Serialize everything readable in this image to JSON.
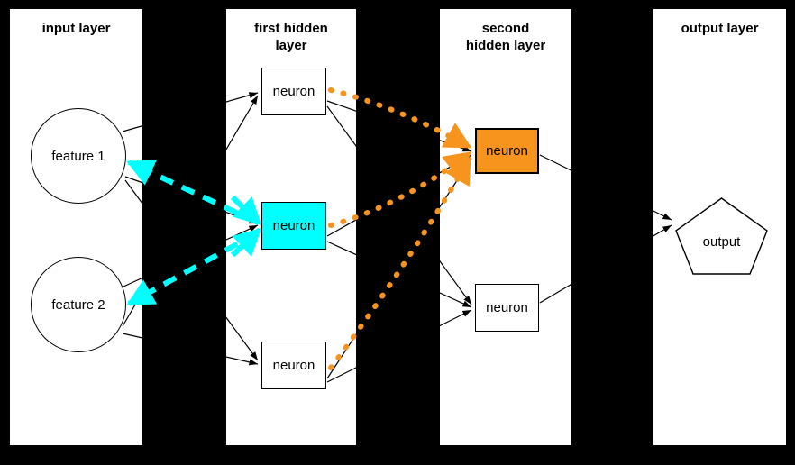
{
  "diagram": {
    "title_type": "neural-network-architecture",
    "background_color": "#000000",
    "panel_color": "#ffffff",
    "highlight_cyan": "#00ffff",
    "highlight_orange": "#f7941e",
    "edge_color": "#000000"
  },
  "layers": [
    {
      "id": "input",
      "title": "input layer",
      "nodes": [
        {
          "label": "feature 1",
          "shape": "circle",
          "fill": "#ffffff"
        },
        {
          "label": "feature 2",
          "shape": "circle",
          "fill": "#ffffff"
        }
      ]
    },
    {
      "id": "hidden1",
      "title": "first hidden\nlayer",
      "nodes": [
        {
          "label": "neuron",
          "shape": "box",
          "fill": "#ffffff"
        },
        {
          "label": "neuron",
          "shape": "box",
          "fill": "#00ffff"
        },
        {
          "label": "neuron",
          "shape": "box",
          "fill": "#ffffff"
        }
      ]
    },
    {
      "id": "hidden2",
      "title": "second\nhidden layer",
      "nodes": [
        {
          "label": "neuron",
          "shape": "box",
          "fill": "#f7941e"
        },
        {
          "label": "neuron",
          "shape": "box",
          "fill": "#ffffff"
        }
      ]
    },
    {
      "id": "output",
      "title": "output layer",
      "nodes": [
        {
          "label": "output",
          "shape": "pentagon",
          "fill": "#ffffff"
        }
      ]
    }
  ],
  "highlighted_paths": {
    "backward_to_inputs": {
      "color": "#00ffff",
      "style": "dashed",
      "from": "hidden1-neuron-2",
      "to": [
        "feature 1",
        "feature 2"
      ]
    },
    "into_orange_neuron": {
      "color": "#f7941e",
      "style": "dotted",
      "from": [
        "hidden1-neuron-1",
        "hidden1-neuron-2",
        "hidden1-neuron-3"
      ],
      "to": "hidden2-neuron-1"
    }
  }
}
